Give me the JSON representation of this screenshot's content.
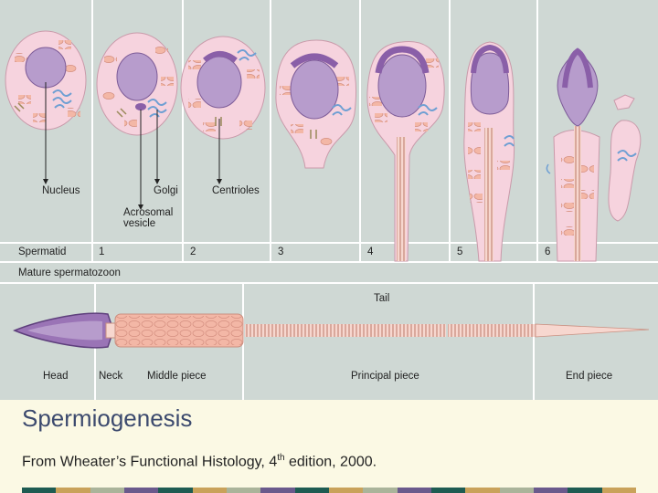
{
  "figure": {
    "cell_labels": {
      "nucleus": "Nucleus",
      "golgi": "Golgi",
      "centrioles": "Centrioles",
      "acrosomal_vesicle_line1": "Acrosomal",
      "acrosomal_vesicle_line2": "vesicle"
    },
    "stage_row": {
      "spermatid": "Spermatid",
      "stages": [
        "1",
        "2",
        "3",
        "4",
        "5",
        "6"
      ]
    },
    "mature": {
      "heading": "Mature spermatozoon",
      "tail": "Tail",
      "parts": [
        "Head",
        "Neck",
        "Middle piece",
        "Principal piece",
        "End piece"
      ]
    },
    "colors": {
      "panel": "#cfd8d4",
      "cell": "#f6d3de",
      "nucleus": "#b79ccc",
      "acrosome": "#8a5fa8",
      "mitochondria": "#f3b7a6",
      "golgi": "#6e9fd3",
      "footer": "#fbf9e4",
      "title": "#3c4a6e"
    }
  },
  "caption": {
    "title": "Spermiogenesis",
    "source_before": "From Wheater’s Functional Histology, 4",
    "source_sup": "th",
    "source_after": " edition, 2000."
  },
  "stripe_colors": [
    "#1e5c52",
    "#c9a25a",
    "#aab49a",
    "#6a5a8c",
    "#1e5c52",
    "#c9a25a",
    "#aab49a",
    "#6a5a8c",
    "#1e5c52",
    "#c9a25a",
    "#aab49a",
    "#6a5a8c",
    "#1e5c52",
    "#c9a25a",
    "#aab49a",
    "#6a5a8c",
    "#1e5c52",
    "#c9a25a"
  ]
}
